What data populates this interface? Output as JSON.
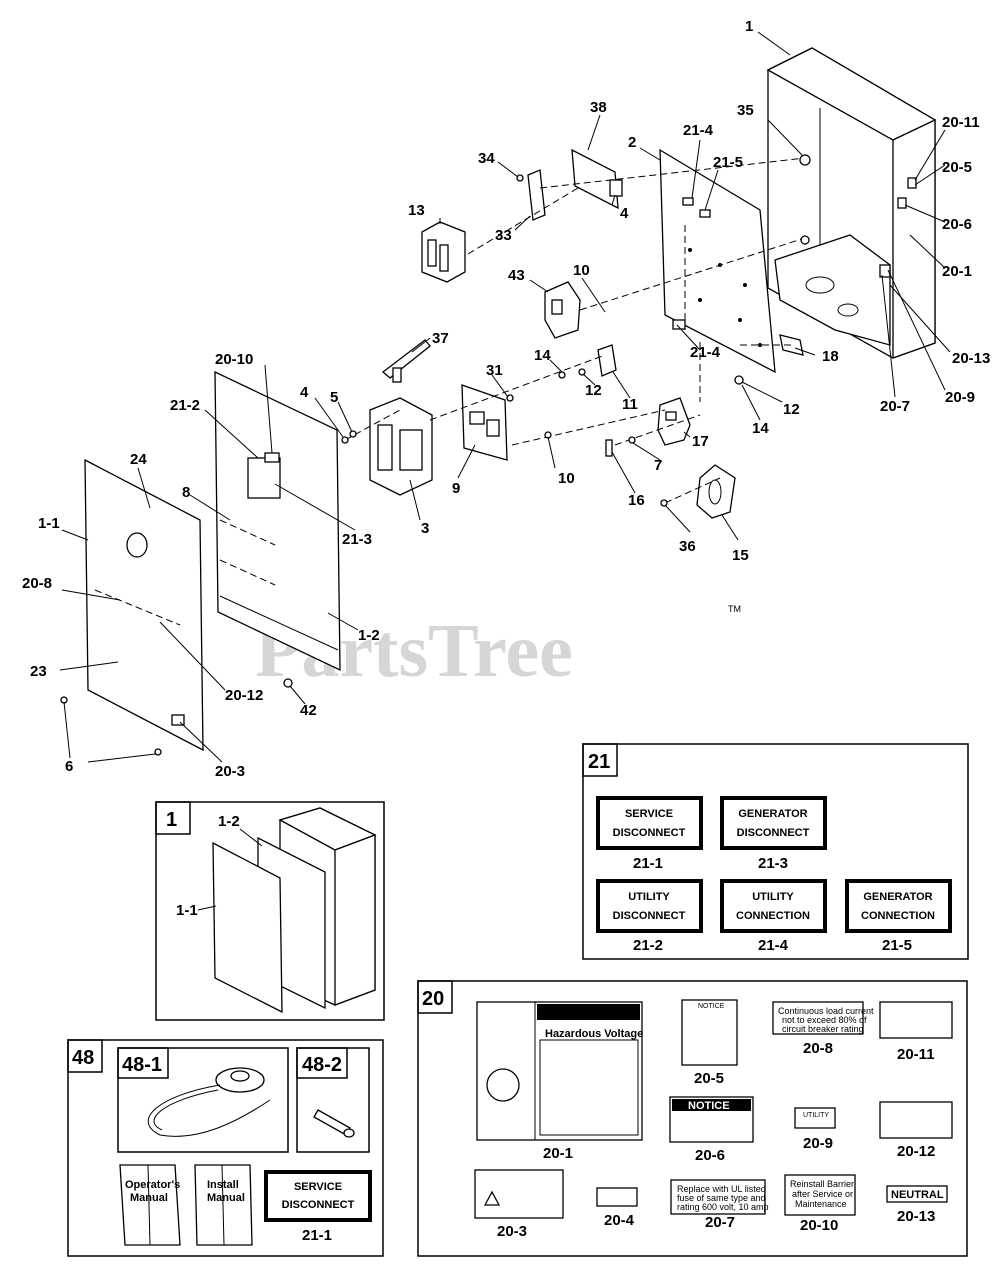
{
  "watermark": {
    "brand": "PartsTree",
    "tm": "TM"
  },
  "callouts": {
    "c1": "1",
    "c35": "35",
    "c2011": "20-11",
    "c205": "20-5",
    "c206": "20-6",
    "c201": "20-1",
    "c2013": "20-13",
    "c209": "20-9",
    "c207": "20-7",
    "c18": "18",
    "c38": "38",
    "c214": "21-4",
    "c215": "21-5",
    "c2": "2",
    "c34": "34",
    "c4a": "4",
    "c33": "33",
    "c13": "13",
    "c43": "43",
    "c10a": "10",
    "c214b": "21-4",
    "c14a": "14",
    "c12a": "12",
    "c11": "11",
    "c12b": "12",
    "c14b": "14",
    "c17": "17",
    "c7": "7",
    "c37": "37",
    "c2010": "20-10",
    "c212": "21-2",
    "c4b": "4",
    "c5": "5",
    "c31": "31",
    "c9": "9",
    "c10b": "10",
    "c16": "16",
    "c36": "36",
    "c15": "15",
    "c24": "24",
    "c8": "8",
    "c213": "21-3",
    "c3": "3",
    "c11b": "1-1",
    "c208": "20-8",
    "c12c": "1-2",
    "c23": "23",
    "c2012": "20-12",
    "c42": "42",
    "c6": "6",
    "c203": "20-3"
  },
  "box21": {
    "tag": "21",
    "decals": [
      {
        "line1": "SERVICE",
        "line2": "DISCONNECT",
        "caption": "21-1"
      },
      {
        "line1": "GENERATOR",
        "line2": "DISCONNECT",
        "caption": "21-3"
      },
      {
        "line1": "UTILITY",
        "line2": "DISCONNECT",
        "caption": "21-2"
      },
      {
        "line1": "UTILITY",
        "line2": "CONNECTION",
        "caption": "21-4"
      },
      {
        "line1": "GENERATOR",
        "line2": "CONNECTION",
        "caption": "21-5"
      }
    ]
  },
  "box1": {
    "tag": "1",
    "label_top": "1-2",
    "label_side": "1-1"
  },
  "box48": {
    "tag": "48",
    "sub1": "48-1",
    "sub2": "48-2",
    "manual1_l1": "Operator's",
    "manual1_l2": "Manual",
    "manual2_l1": "Install",
    "manual2_l2": "Manual",
    "decal_l1": "SERVICE",
    "decal_l2": "DISCONNECT",
    "decal_caption": "21-1"
  },
  "box20": {
    "tag": "20",
    "warning_title": "Hazardous Voltage",
    "warning_caption": "20-1",
    "notice_small": "NOTICE",
    "notice_small_caption": "20-5",
    "notice_big": "NOTICE",
    "notice_big_caption": "20-6",
    "load_l1": "Continuous load current",
    "load_l2": "not to exceed 80% of",
    "load_l3": "circuit breaker rating",
    "load_caption": "20-8",
    "c2011": "20-11",
    "utility_small": "UTILITY",
    "c209": "20-9",
    "c2012": "20-12",
    "c203": "20-3",
    "c204": "20-4",
    "replace_l1": "Replace with UL listed",
    "replace_l2": "fuse of same type and",
    "replace_l3": "rating 600 volt, 10 amp",
    "replace_caption": "20-7",
    "reinstall_l1": "Reinstall Barrier",
    "reinstall_l2": "after Service or",
    "reinstall_l3": "Maintenance",
    "reinstall_caption": "20-10",
    "neutral": "NEUTRAL",
    "neutral_caption": "20-13"
  }
}
